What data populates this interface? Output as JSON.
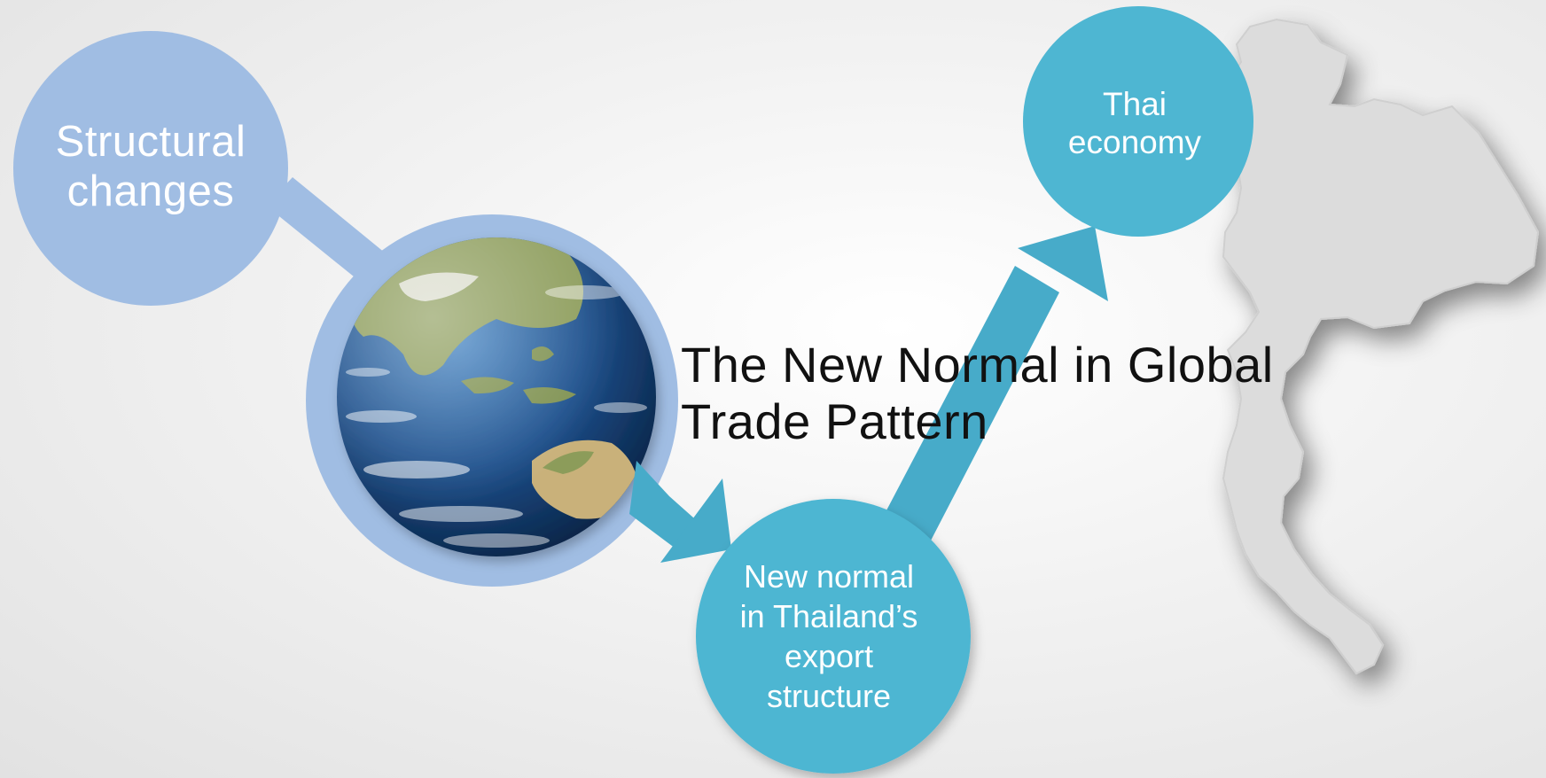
{
  "slide": {
    "title": "The New Normal in Global\nTrade Pattern",
    "nodes": {
      "structural_changes": "Structural\nchanges",
      "thai_economy": "Thai\neconomy",
      "new_normal_export": "New normal\nin Thailand’s\nexport\nstructure"
    }
  },
  "colors": {
    "light_blue": "#a0bde3",
    "teal": "#4eb6d2",
    "arrow_teal": "#47abc9",
    "ocean": "#1f4f86",
    "land": "#8c9c5a",
    "map_fill": "#dcdcdc"
  },
  "images": {
    "globe": "earth-globe",
    "map": "thailand-map-silhouette"
  }
}
